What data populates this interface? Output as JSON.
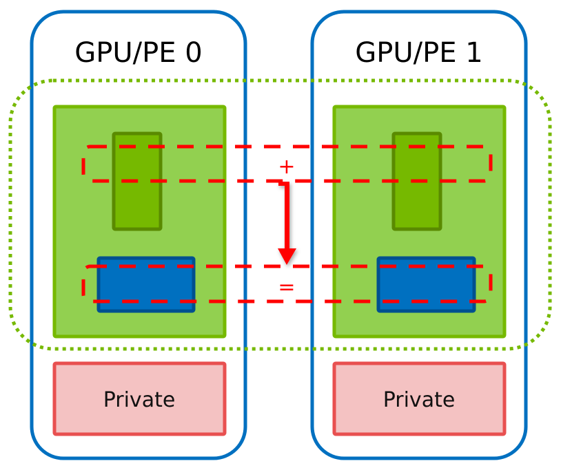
{
  "diagram": {
    "pes": [
      {
        "title": "GPU/PE 0",
        "private_label": "Private"
      },
      {
        "title": "GPU/PE 1",
        "private_label": "Private"
      }
    ],
    "operators": {
      "sum": "+",
      "result": "="
    },
    "colors": {
      "pe_border": "#0070C0",
      "symmetric_heap_fill": "#92D050",
      "symmetric_heap_border": "#76B900",
      "source_buffer_fill": "#76B900",
      "source_buffer_border": "#5A8A00",
      "dest_buffer_fill": "#0070C0",
      "dest_buffer_border": "#00508F",
      "reduction_outline": "#FF0000",
      "private_fill": "#F4C2C2",
      "private_border": "#E85050",
      "shared_region_border": "#76B900"
    }
  }
}
